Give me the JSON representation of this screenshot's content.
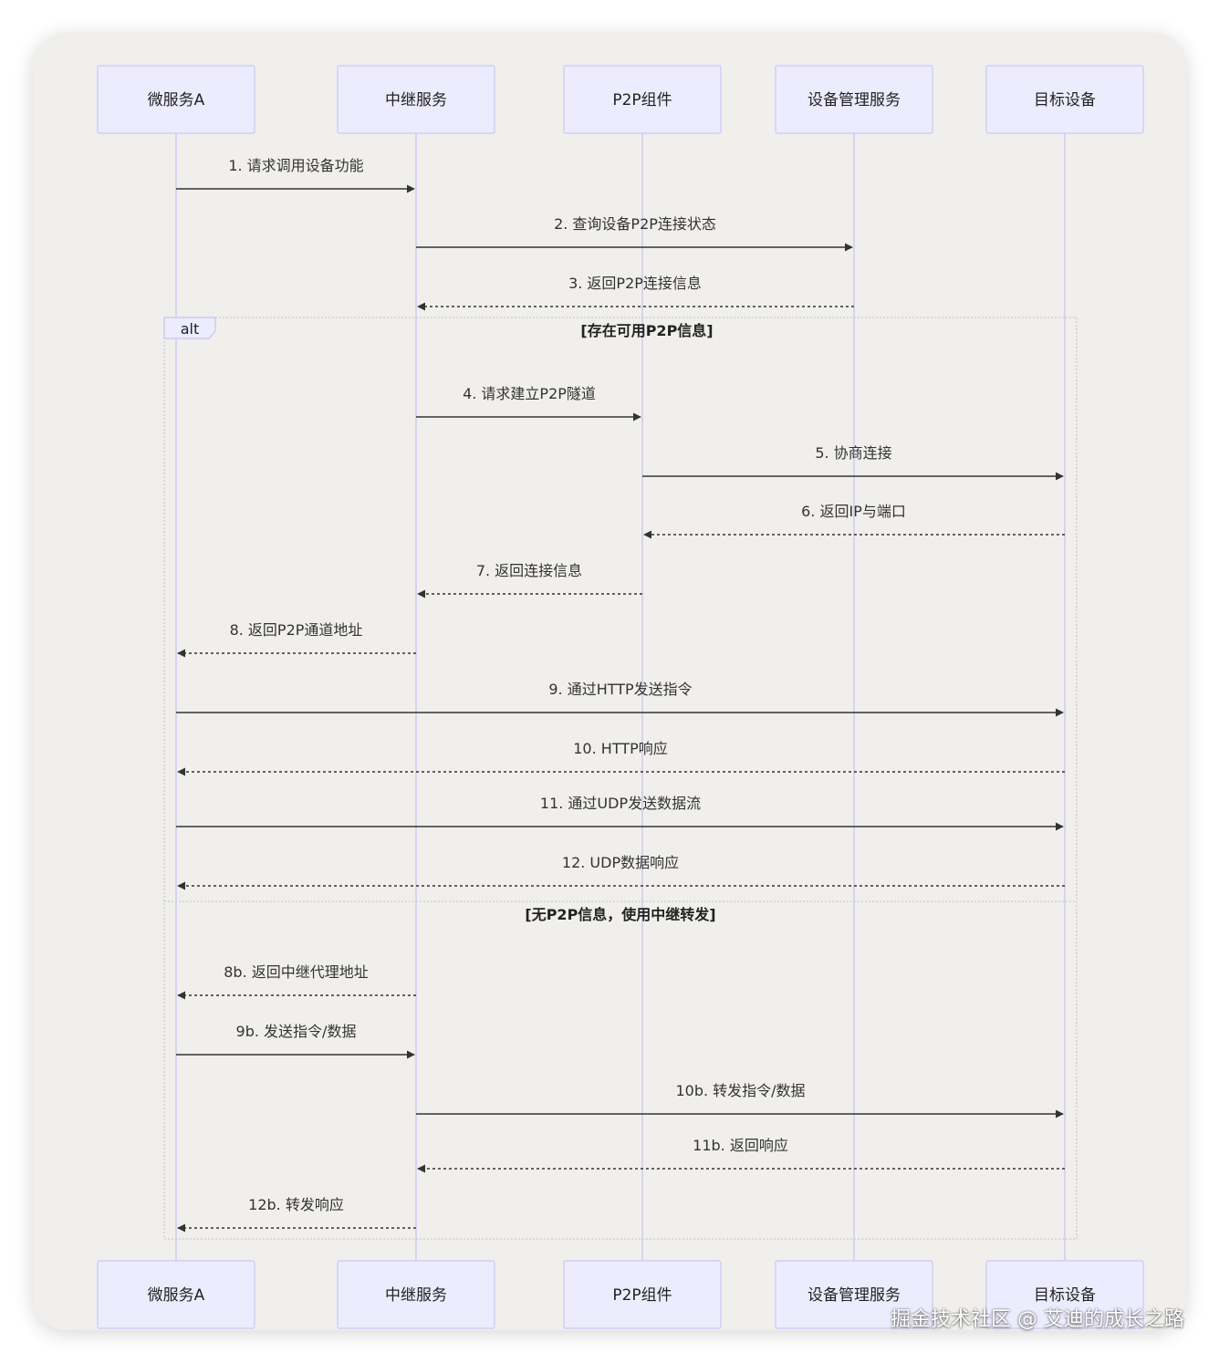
{
  "actors": [
    {
      "id": "ms",
      "label": "微服务A"
    },
    {
      "id": "relay",
      "label": "中继服务"
    },
    {
      "id": "p2p",
      "label": "P2P组件"
    },
    {
      "id": "dms",
      "label": "设备管理服务"
    },
    {
      "id": "dev",
      "label": "目标设备"
    }
  ],
  "messages": [
    {
      "text": "1. 请求调用设备功能",
      "from": "ms",
      "to": "relay",
      "style": "solid"
    },
    {
      "text": "2. 查询设备P2P连接状态",
      "from": "relay",
      "to": "dms",
      "style": "solid"
    },
    {
      "text": "3. 返回P2P连接信息",
      "from": "dms",
      "to": "relay",
      "style": "dashed"
    },
    {
      "text": "4. 请求建立P2P隧道",
      "from": "relay",
      "to": "p2p",
      "style": "solid"
    },
    {
      "text": "5. 协商连接",
      "from": "p2p",
      "to": "dev",
      "style": "solid"
    },
    {
      "text": "6. 返回IP与端口",
      "from": "dev",
      "to": "p2p",
      "style": "dashed"
    },
    {
      "text": "7. 返回连接信息",
      "from": "p2p",
      "to": "relay",
      "style": "dashed"
    },
    {
      "text": "8. 返回P2P通道地址",
      "from": "relay",
      "to": "ms",
      "style": "dashed"
    },
    {
      "text": "9. 通过HTTP发送指令",
      "from": "ms",
      "to": "dev",
      "style": "solid"
    },
    {
      "text": "10. HTTP响应",
      "from": "dev",
      "to": "ms",
      "style": "dashed"
    },
    {
      "text": "11. 通过UDP发送数据流",
      "from": "ms",
      "to": "dev",
      "style": "solid"
    },
    {
      "text": "12. UDP数据响应",
      "from": "dev",
      "to": "ms",
      "style": "dashed"
    },
    {
      "text": "8b. 返回中继代理地址",
      "from": "relay",
      "to": "ms",
      "style": "dashed"
    },
    {
      "text": "9b. 发送指令/数据",
      "from": "ms",
      "to": "relay",
      "style": "solid"
    },
    {
      "text": "10b. 转发指令/数据",
      "from": "relay",
      "to": "dev",
      "style": "solid"
    },
    {
      "text": "11b. 返回响应",
      "from": "dev",
      "to": "relay",
      "style": "dashed"
    },
    {
      "text": "12b. 转发响应",
      "from": "relay",
      "to": "ms",
      "style": "dashed"
    }
  ],
  "alt_block": {
    "label": "alt",
    "condition_1": "[存在可用P2P信息]",
    "condition_2": "[无P2P信息，使用中继转发]"
  },
  "watermark": "掘金技术社区 @ 艾迪的成长之路",
  "colors": {
    "card_background": "#f0efec",
    "actor_fill": "#ececfe",
    "actor_border": "#cbc8f4",
    "lifeline": "#cfcaf0",
    "arrow": "#333333"
  }
}
